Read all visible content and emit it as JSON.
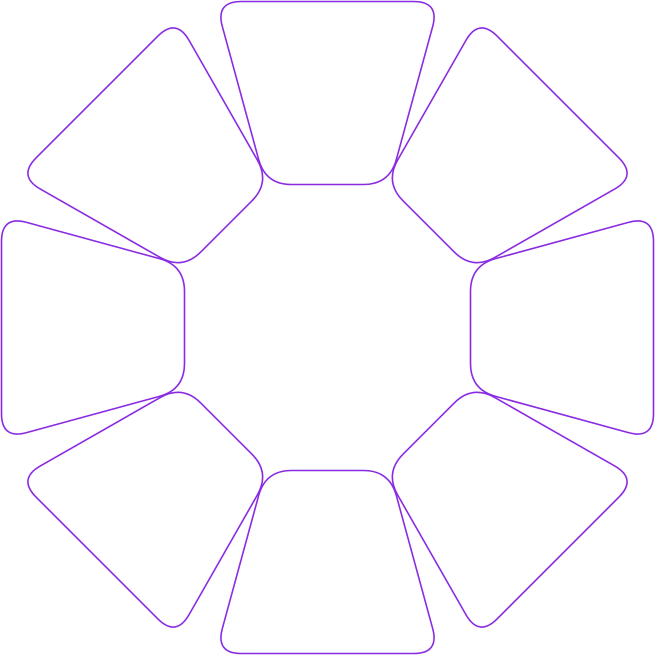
{
  "diagram": {
    "segment_count": 8,
    "outline_color": "#8a2be2",
    "fill_color": "#ffffff",
    "segments": [
      {
        "id": "top"
      },
      {
        "id": "top-right"
      },
      {
        "id": "right"
      },
      {
        "id": "bottom-right"
      },
      {
        "id": "bottom"
      },
      {
        "id": "bottom-left"
      },
      {
        "id": "left"
      },
      {
        "id": "top-left"
      }
    ]
  }
}
